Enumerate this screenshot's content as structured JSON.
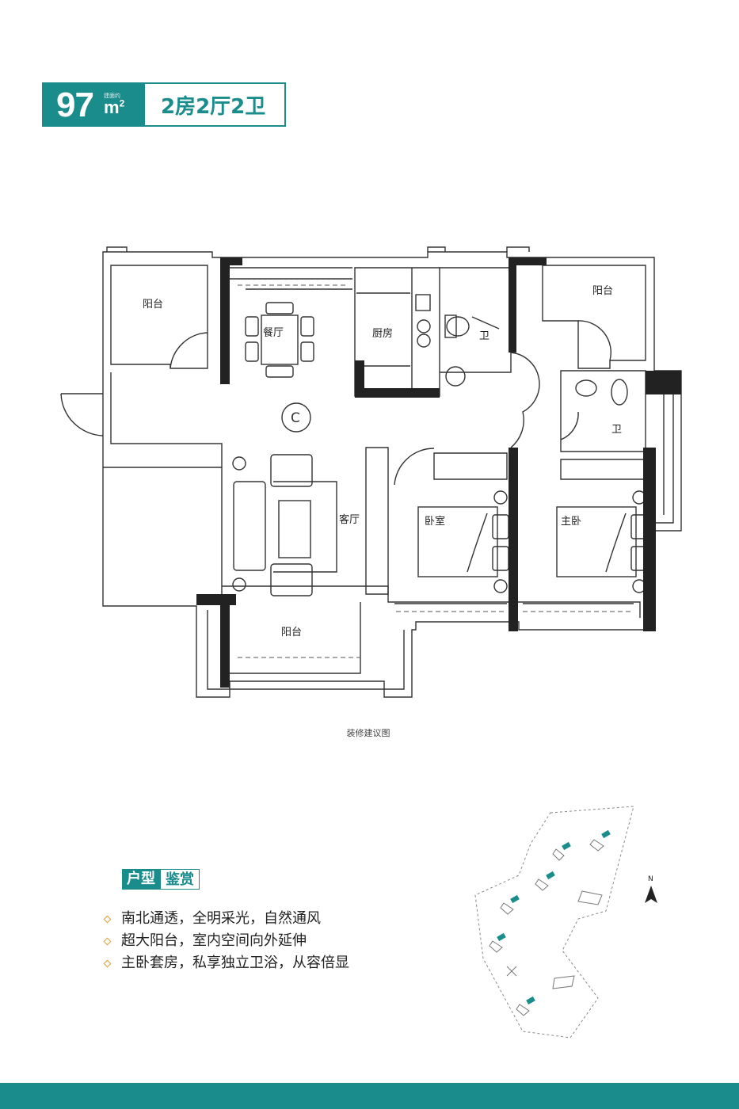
{
  "header": {
    "area_value": "97",
    "area_small_label": "建面约",
    "area_unit": "m",
    "area_unit_sup": "2",
    "layout_type": "2房2厅2卫"
  },
  "floor_plan": {
    "rooms": {
      "balcony_nw": "阳台",
      "dining": "餐厅",
      "kitchen": "厨房",
      "bath_north": "卫",
      "balcony_ne": "阳台",
      "bath_ensuite": "卫",
      "living": "客厅",
      "bedroom": "卧室",
      "master_bedroom": "主卧",
      "balcony_south": "阳台",
      "unit_mark": "C"
    },
    "caption": "装修建议图"
  },
  "features": {
    "title_part1": "户型",
    "title_part2": "鉴赏",
    "items": [
      "南北通透，全明采光，自然通风",
      "超大阳台，室内空间向外延伸",
      "主卧套房，私享独立卫浴，从容倍显"
    ]
  },
  "site_plan": {
    "north_label": "N"
  },
  "colors": {
    "brand": "#1a8c8c",
    "accent": "#d9a23a",
    "wall": "#222222"
  }
}
